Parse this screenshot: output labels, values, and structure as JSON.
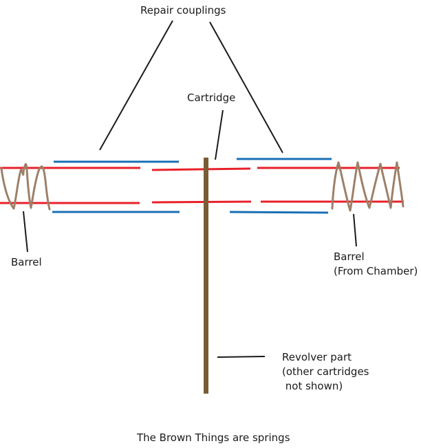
{
  "labels": {
    "repair_couplings": "Repair couplings",
    "cartridge": "Cartridge",
    "barrel_left": "Barrel",
    "barrel_right_line1": "Barrel",
    "barrel_right_line2": "(From Chamber)",
    "revolver_line1": "Revolver part",
    "revolver_line2": "(other cartridges",
    "revolver_line3": " not shown)",
    "footer": "The Brown Things are springs"
  },
  "colors": {
    "barrel": "#e8202a",
    "coupling": "#1a6fb5",
    "spring": "#9c8068",
    "revolver": "#7a5c34",
    "leader": "#1a1a1a"
  }
}
